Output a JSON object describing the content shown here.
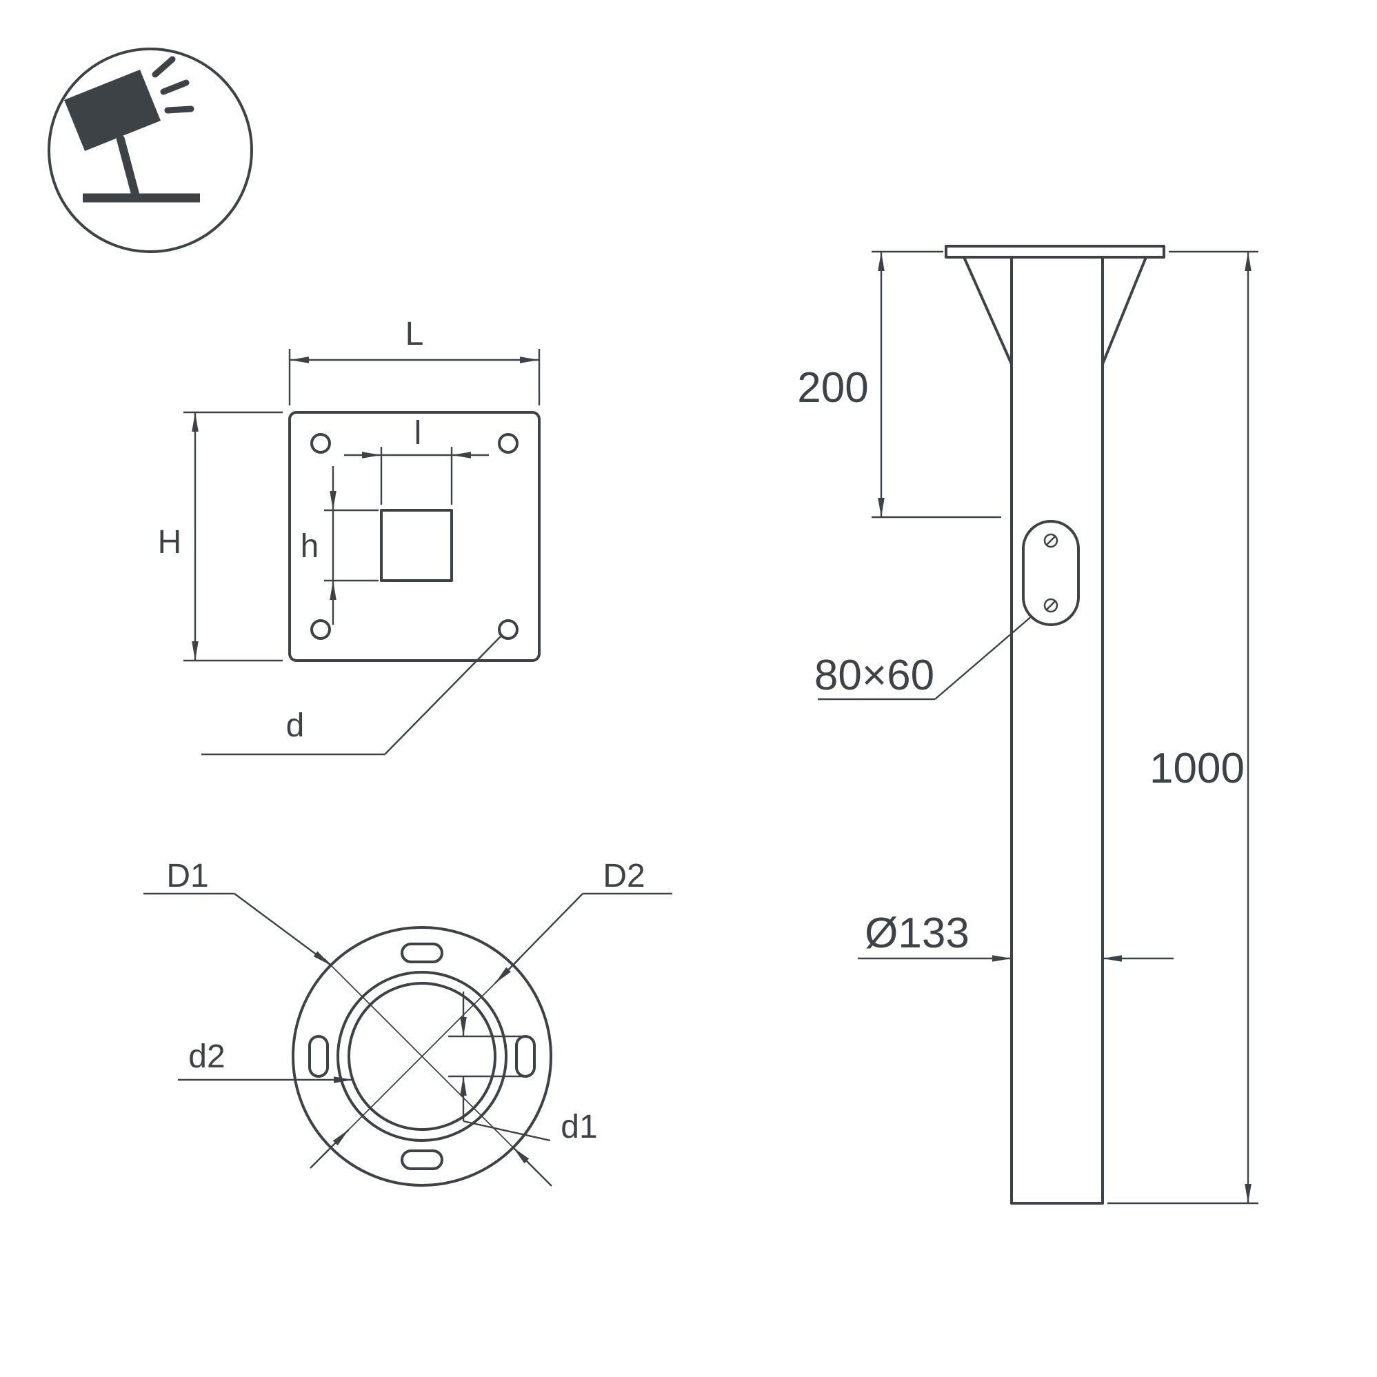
{
  "product_icon": {
    "name": "tilted-floodlight-on-base"
  },
  "top_view": {
    "dim_plate_width": "L",
    "dim_hole_width": "l",
    "dim_plate_height": "H",
    "dim_hole_height": "h",
    "dim_corner_hole": "d"
  },
  "bottom_view": {
    "dim_outer_diameter": "D1",
    "dim_bolt_circle": "D2",
    "dim_inner_diameter": "d2",
    "dim_slot_width": "d1"
  },
  "side_view": {
    "dim_flange_to_hole": "200",
    "hole_size": "80×60",
    "pole_length": "1000",
    "pole_diameter": "Ø133"
  },
  "colors": {
    "line": "#3d4247",
    "background": "#ffffff"
  }
}
